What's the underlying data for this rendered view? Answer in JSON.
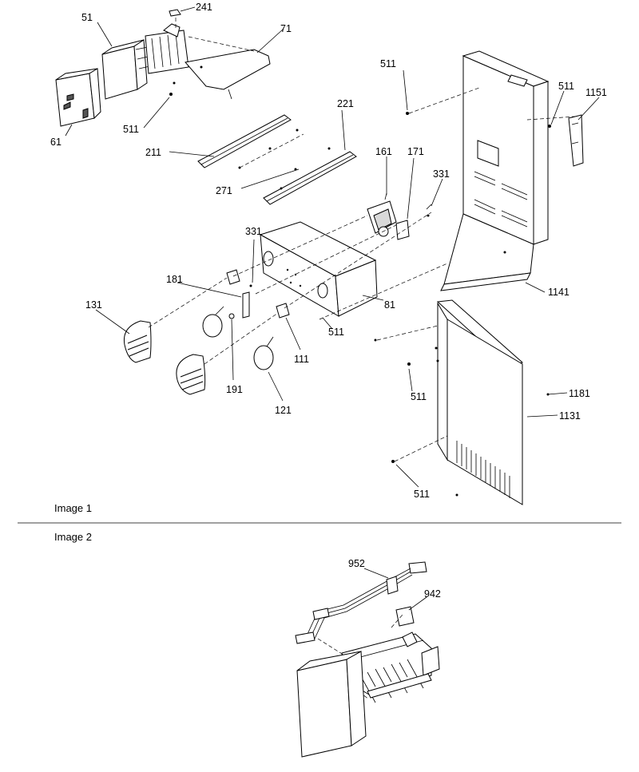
{
  "captions": {
    "image1": "Image 1",
    "image2": "Image 2"
  },
  "labels": {
    "p51": "51",
    "p241": "241",
    "p71": "71",
    "p61": "61",
    "p511_a": "511",
    "p511_b": "511",
    "p511_c": "511",
    "p1151": "1151",
    "p221": "221",
    "p211": "211",
    "p271": "271",
    "p161": "161",
    "p171": "171",
    "p331_a": "331",
    "p331_b": "331",
    "p181": "181",
    "p131": "131",
    "p81": "81",
    "p1141": "1141",
    "p511_d": "511",
    "p111": "111",
    "p191": "191",
    "p121": "121",
    "p511_e": "511",
    "p1181": "1181",
    "p1131": "1131",
    "p511_f": "511",
    "p952": "952",
    "p942": "942"
  }
}
